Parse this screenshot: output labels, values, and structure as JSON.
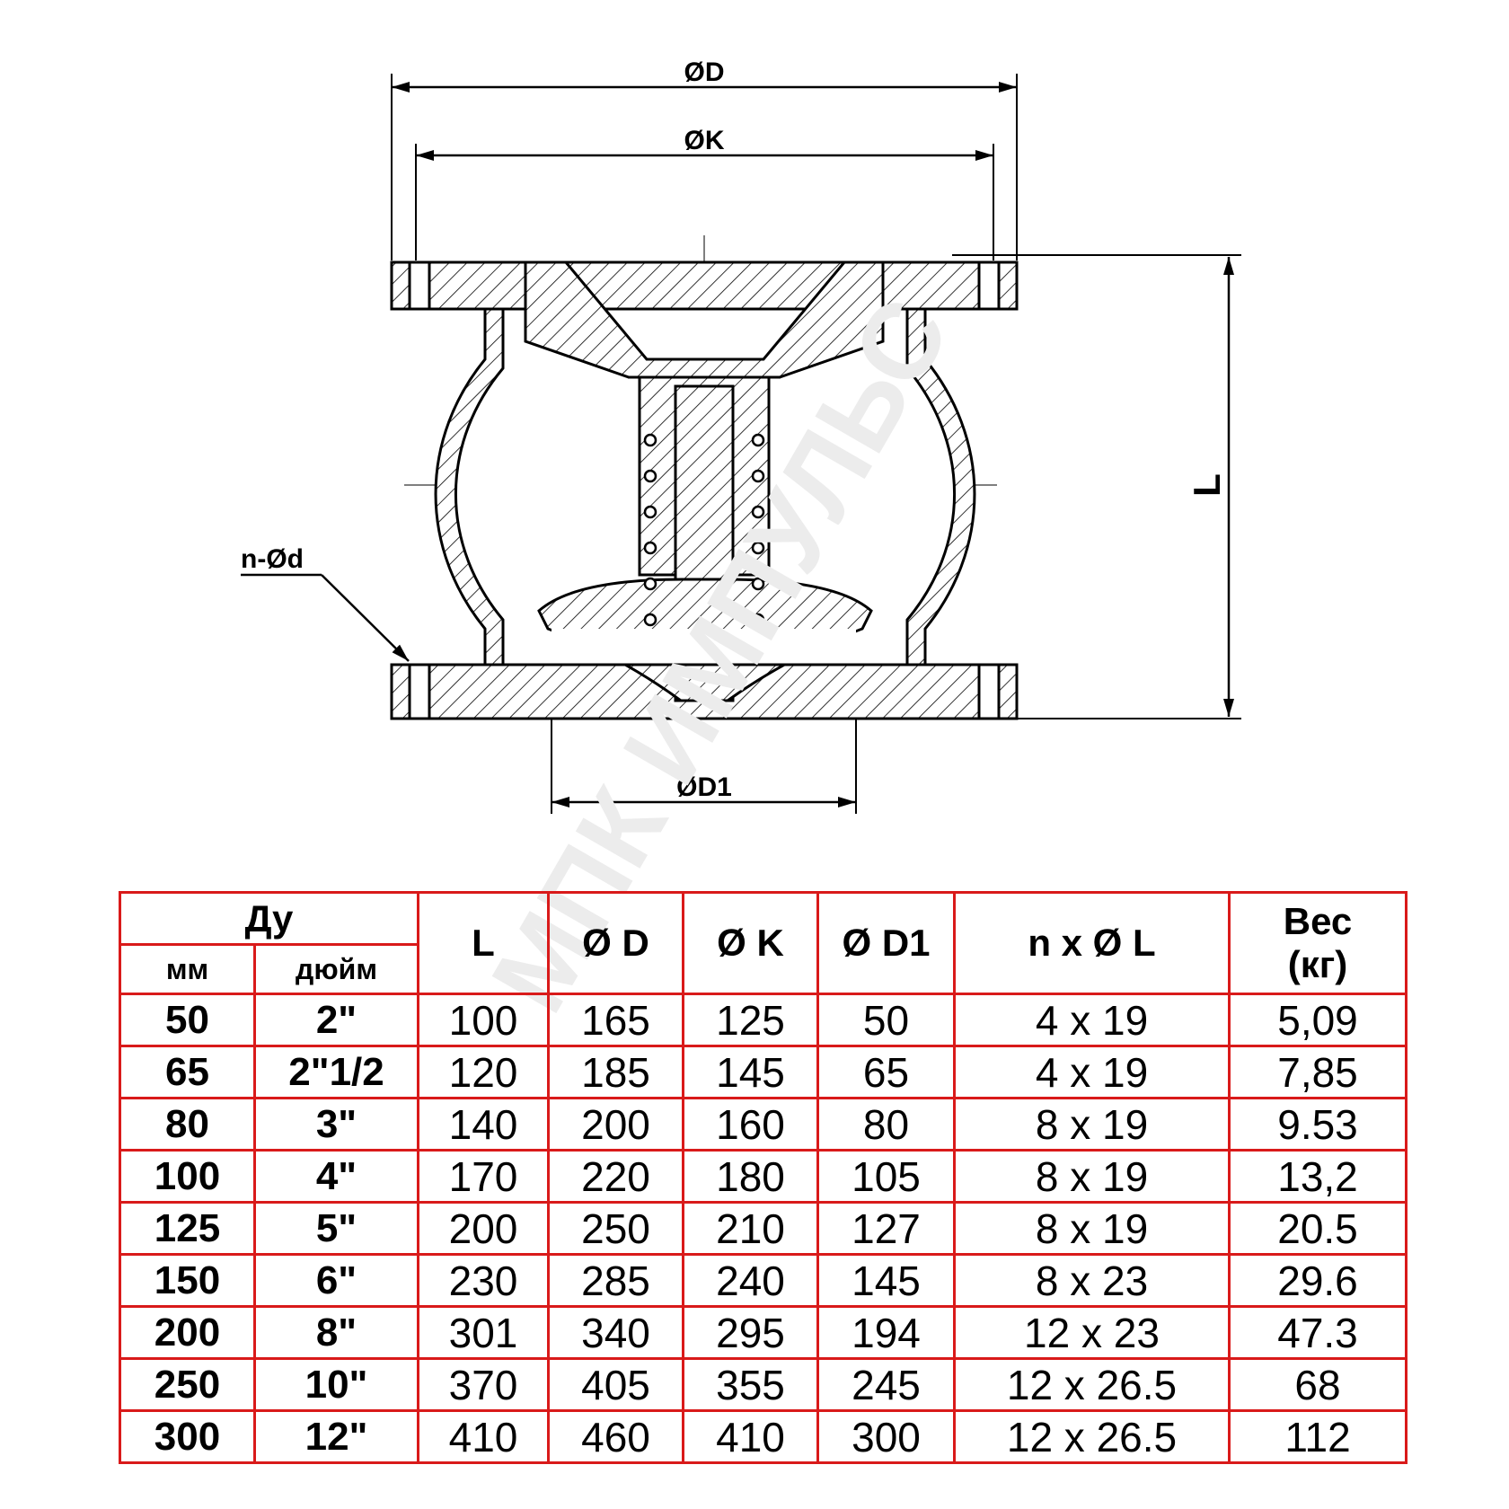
{
  "drawing": {
    "dim_labels": {
      "D": "ØD",
      "K": "ØK",
      "L": "L",
      "D1": "ØD1",
      "nd": "n-Ød"
    }
  },
  "watermark": "МПК ИМПУЛЬС",
  "table": {
    "headers": {
      "du": "Ду",
      "mm": "мм",
      "inch": "дюйм",
      "L": "L",
      "D": "Ø D",
      "K": "Ø K",
      "D1": "Ø D1",
      "nxL": "n x Ø L",
      "ves": "Вес",
      "kg": "(кг)"
    },
    "rows": [
      [
        "50",
        "2\"",
        "100",
        "165",
        "125",
        "50",
        "4 x 19",
        "5,09"
      ],
      [
        "65",
        "2\"1/2",
        "120",
        "185",
        "145",
        "65",
        "4 x 19",
        "7,85"
      ],
      [
        "80",
        "3\"",
        "140",
        "200",
        "160",
        "80",
        "8 x 19",
        "9.53"
      ],
      [
        "100",
        "4\"",
        "170",
        "220",
        "180",
        "105",
        "8 x 19",
        "13,2"
      ],
      [
        "125",
        "5\"",
        "200",
        "250",
        "210",
        "127",
        "8 x 19",
        "20.5"
      ],
      [
        "150",
        "6\"",
        "230",
        "285",
        "240",
        "145",
        "8 x 23",
        "29.6"
      ],
      [
        "200",
        "8\"",
        "301",
        "340",
        "295",
        "194",
        "12 x 23",
        "47.3"
      ],
      [
        "250",
        "10\"",
        "370",
        "405",
        "355",
        "245",
        "12 x 26.5",
        "68"
      ],
      [
        "300",
        "12\"",
        "410",
        "460",
        "410",
        "300",
        "12 x 26.5",
        "112"
      ]
    ]
  }
}
